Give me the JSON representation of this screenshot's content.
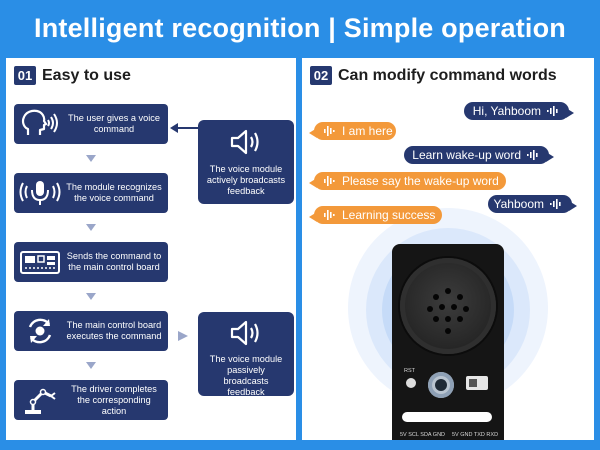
{
  "banner": {
    "title": "Intelligent recognition | Simple operation"
  },
  "left": {
    "number": "01",
    "title": "Easy to use",
    "steps": [
      {
        "text": "The user gives a voice command",
        "icon": "head-speaking-icon"
      },
      {
        "text": "The module recognizes the voice command",
        "icon": "microphone-icon"
      },
      {
        "text": "Sends the command to the main control board",
        "icon": "circuit-board-icon"
      },
      {
        "text": "The main control board executes the command",
        "icon": "cycle-icon"
      },
      {
        "text": "The driver completes the corresponding action",
        "icon": "robot-arm-icon"
      }
    ],
    "feedback_active": {
      "text": "The voice module actively broadcasts feedback",
      "icon": "speaker-icon"
    },
    "feedback_passive": {
      "text": "The voice module passively broadcasts feedback",
      "icon": "speaker-icon"
    }
  },
  "right": {
    "number": "02",
    "title": "Can modify command words",
    "dialog": [
      {
        "role": "user",
        "text": "Hi, Yahboom"
      },
      {
        "role": "bot",
        "text": "I am here"
      },
      {
        "role": "user",
        "text": "Learn wake-up word"
      },
      {
        "role": "bot",
        "text": "Please say the wake-up word"
      },
      {
        "role": "user",
        "text": "Yahboom"
      },
      {
        "role": "bot",
        "text": "Learning success"
      }
    ],
    "board_labels": {
      "rst": "RST",
      "pins_left": "5V SCL SDA GND",
      "pins_right": "5V GND TXD RXD"
    }
  },
  "colors": {
    "background": "#2a8ee6",
    "navy": "#26386f",
    "orange": "#f3993a"
  }
}
